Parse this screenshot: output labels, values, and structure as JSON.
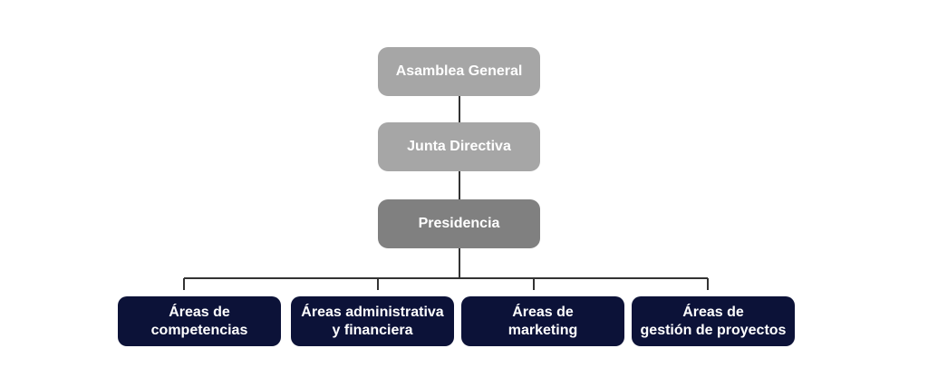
{
  "colors": {
    "top_box": "#a6a6a6",
    "presidency_box": "#808080",
    "area_box": "#0c1238",
    "text": "#ffffff",
    "connector": "#333333"
  },
  "org": {
    "level1": "Asamblea General",
    "level2": "Junta Directiva",
    "level3": "Presidencia",
    "areas": [
      "Áreas de\ncompetencias",
      "Áreas administrativa\ny financiera",
      "Áreas de\nmarketing",
      "Áreas de\ngestión de proyectos"
    ]
  }
}
